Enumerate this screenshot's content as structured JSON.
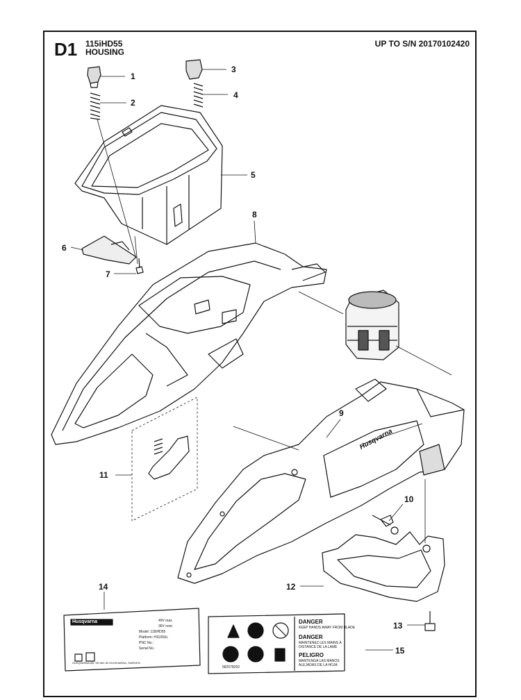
{
  "header": {
    "code": "D1",
    "model": "115iHD55",
    "section": "HOUSING",
    "serial": "UP TO S/N 20170102420"
  },
  "callouts": [
    "1",
    "2",
    "3",
    "4",
    "5",
    "6",
    "7",
    "8",
    "9",
    "10",
    "11",
    "12",
    "13",
    "14",
    "15"
  ],
  "part14_label": {
    "brand": "Husqvarna",
    "rows": [
      {
        "key": "",
        "value": "40V max"
      },
      {
        "key": "",
        "value": "36V nom"
      },
      {
        "key": "Model:",
        "value": "115iHD55"
      },
      {
        "key": "Platform:",
        "value": "H1100UL"
      },
      {
        "key": "PNC No.:",
        "value": ""
      },
      {
        "key": "Serial No.:",
        "value": ""
      }
    ],
    "footer": "HUSQVARNA AB, SE-561 82 HUSKVARNA, SWEDEN"
  },
  "part15_label": {
    "warnings": [
      {
        "title": "DANGER",
        "text": "KEEP HANDS AWAY FROM BLADE"
      },
      {
        "title": "DANGER",
        "text": "MAINTENEZ LES MAINS À DISTANCE DE LA LAME"
      },
      {
        "title": "PELIGRO",
        "text": "MANTENGA LAS MANOS ALEJADAS DE LA HOJA"
      }
    ],
    "part_number": "582578202"
  },
  "brand_on_housing": "Husqvarna"
}
